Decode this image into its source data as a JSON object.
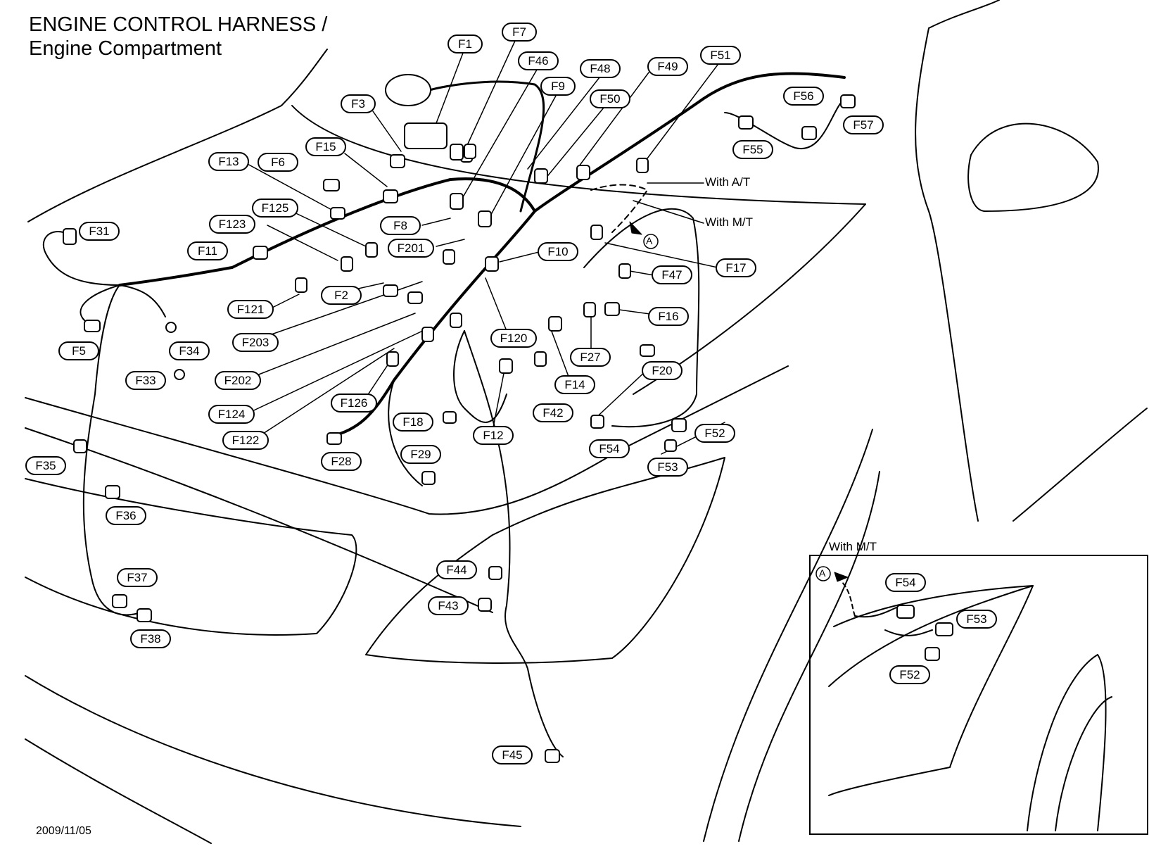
{
  "title": {
    "line1": "ENGINE CONTROL HARNESS /",
    "line2": "Engine Compartment"
  },
  "date": "2009/11/05",
  "notes": {
    "with_at": "With A/T",
    "with_mt": "With M/T",
    "inset_title": "With M/T",
    "ref_a": "A"
  },
  "connectors": {
    "F1": "F1",
    "F7": "F7",
    "F46": "F46",
    "F48": "F48",
    "F49": "F49",
    "F51": "F51",
    "F9": "F9",
    "F50": "F50",
    "F3": "F3",
    "F56": "F56",
    "F57": "F57",
    "F55": "F55",
    "F15": "F15",
    "F13": "F13",
    "F6": "F6",
    "F125": "F125",
    "F31": "F31",
    "F123": "F123",
    "F8": "F8",
    "F201": "F201",
    "F11": "F11",
    "F10": "F10",
    "F17": "F17",
    "F2": "F2",
    "F121": "F121",
    "F47": "F47",
    "F203": "F203",
    "F16": "F16",
    "F5": "F5",
    "F34": "F34",
    "F120": "F120",
    "F27": "F27",
    "F202": "F202",
    "F33": "F33",
    "F20": "F20",
    "F14": "F14",
    "F126": "F126",
    "F124": "F124",
    "F42": "F42",
    "F18": "F18",
    "F12": "F12",
    "F52": "F52",
    "F122": "F122",
    "F54": "F54",
    "F29": "F29",
    "F28": "F28",
    "F53": "F53",
    "F35": "F35",
    "F36": "F36",
    "F44": "F44",
    "F37": "F37",
    "F43": "F43",
    "F38": "F38",
    "F45": "F45",
    "F54_inset": "F54",
    "F53_inset": "F53",
    "F52_inset": "F52"
  }
}
